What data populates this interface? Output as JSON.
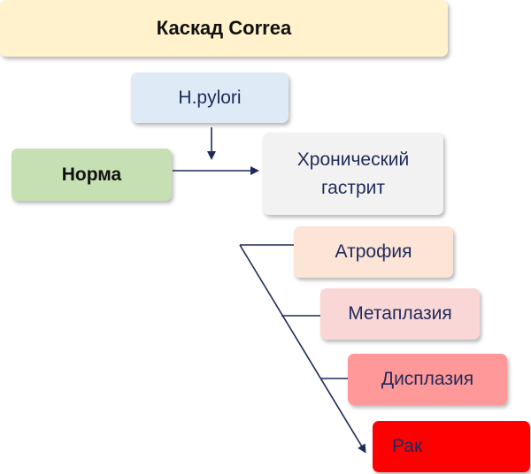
{
  "diagram": {
    "title": "Каскад Correa",
    "nodes": {
      "hpylori": "H.pylori",
      "norma": "Норма",
      "gastrit": "Хронический гастрит",
      "atrofia": "Атрофия",
      "metaplazia": "Метаплазия",
      "displazia": "Дисплазия",
      "rak": "Рак"
    }
  },
  "colors": {
    "title_bg": "#FFF2CC",
    "hpylori_bg": "#DEEBF7",
    "norma_bg": "#C6E0B4",
    "gastrit_bg": "#F2F2F2",
    "atrofia_bg": "#FCE4D6",
    "metaplazia_bg": "#FAD7D7",
    "displazia_bg": "#FF9999",
    "rak_bg": "#FF0000",
    "arrow": "#1F2A5A"
  }
}
